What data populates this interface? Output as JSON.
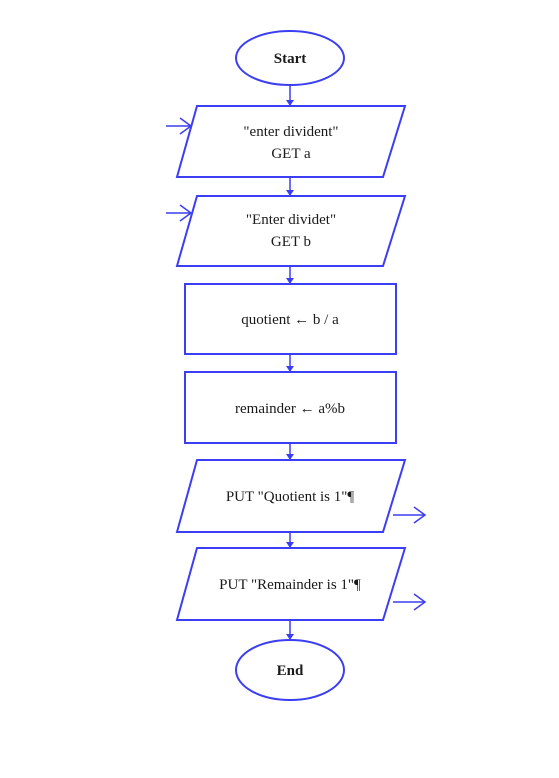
{
  "colors": {
    "stroke": "#3b3ef2",
    "text": "#1a1a1a",
    "background": "#ffffff"
  },
  "nodes": {
    "start": {
      "label": "Start"
    },
    "input_a": {
      "line1": "\"enter divident\"",
      "line2": "GET a"
    },
    "input_b": {
      "line1": "\"Enter dividet\"",
      "line2": "GET b"
    },
    "quotient": {
      "label": "quotient ← b / a"
    },
    "remainder": {
      "label": "remainder  ← a%b"
    },
    "output_quotient": {
      "label": "PUT \"Quotient is 1\"¶"
    },
    "output_remainder": {
      "label": "PUT \"Remainder is 1\"¶"
    },
    "end": {
      "label": "End"
    }
  }
}
